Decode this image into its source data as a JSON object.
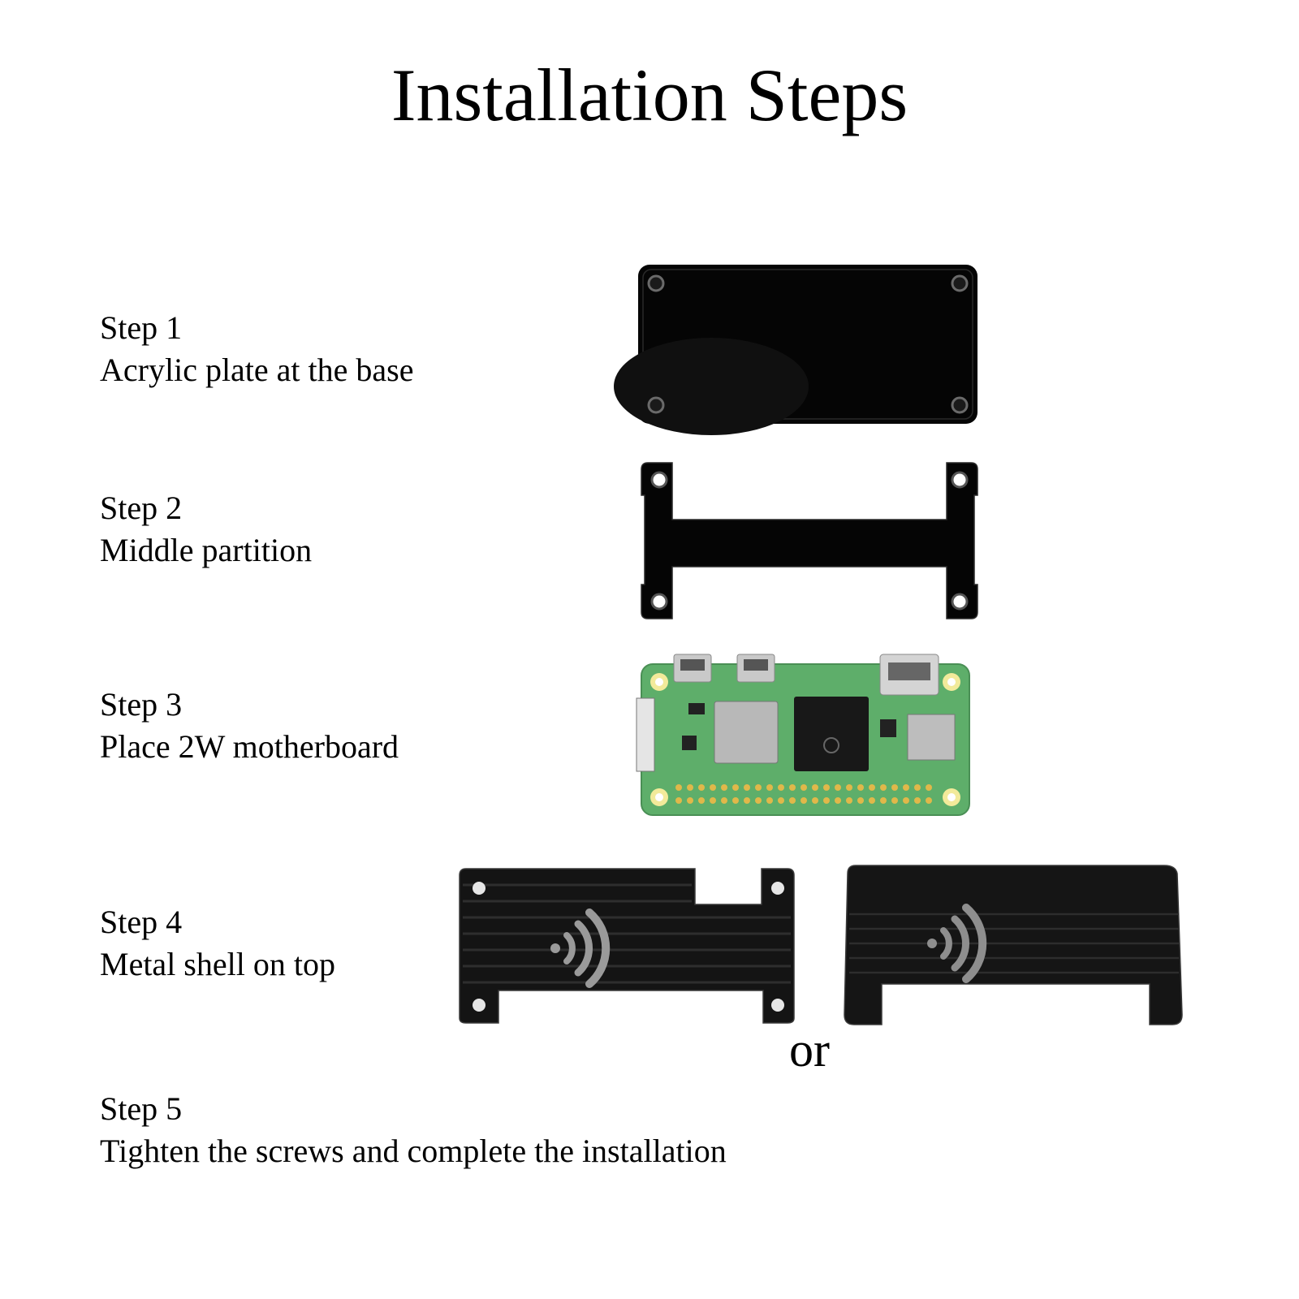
{
  "title": "Installation Steps",
  "steps": [
    {
      "heading": "Step 1",
      "description": "Acrylic plate at the base"
    },
    {
      "heading": "Step 2",
      "description": "Middle partition"
    },
    {
      "heading": "Step 3",
      "description": "Place 2W motherboard"
    },
    {
      "heading": "Step 4",
      "description": "Metal shell on top"
    },
    {
      "heading": "Step 5",
      "description": "Tighten the screws and complete the installation"
    }
  ],
  "alternative_label": "or",
  "colors": {
    "acrylic": "#050505",
    "pcb": "#5eae6a",
    "metal": "#141414"
  }
}
